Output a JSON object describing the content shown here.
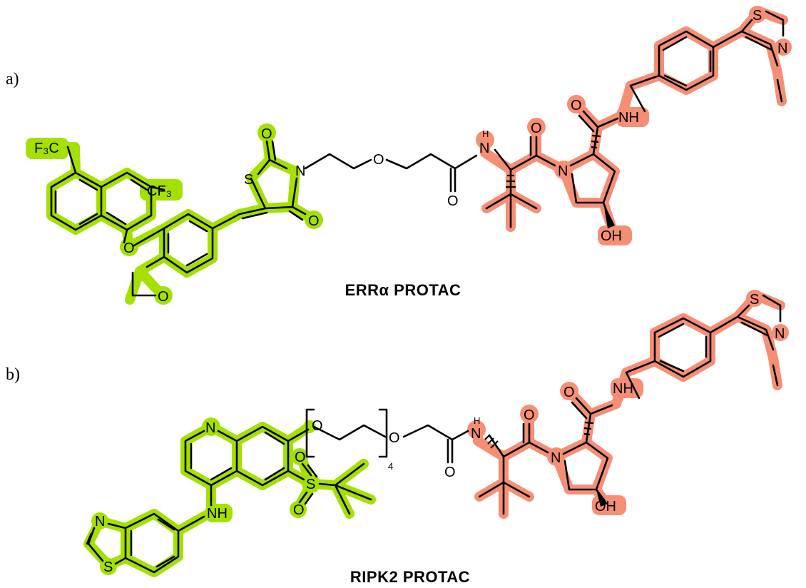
{
  "panels": [
    {
      "label": "a)",
      "name": "ERRα PROTAC"
    },
    {
      "label": "b)",
      "name": "RIPK2 PROTAC"
    }
  ],
  "atoms": {
    "a": {
      "cf3_top": "F₃C",
      "cf3_right": "CF₃",
      "o_ether": "O",
      "o_methoxy": "O",
      "s_ring": "S",
      "n_ring": "N",
      "o_ring_top": "O",
      "o_ring_bottom": "O",
      "o_peg": "O",
      "o_amide1": "O",
      "h_nh1": "H",
      "n_nh1": "N",
      "o_amide2": "O",
      "n_pyrrolidine": "N",
      "oh": "OH",
      "o_amide3": "O",
      "nh2": "NH",
      "s_thiazole": "S",
      "n_thiazole": "N"
    },
    "b": {
      "n_quinoline": "N",
      "nh_aniline": "NH",
      "n_benzothiazole": "N",
      "s_benzothiazole": "S",
      "s_sulfonyl": "S",
      "o_sulfonyl_top": "O",
      "o_sulfonyl_bottom": "O",
      "o_peg1": "O",
      "o_peg2": "O",
      "repeat_count": "4",
      "o_amide1": "O",
      "h_nh1": "H",
      "n_nh1": "N",
      "o_amide2": "O",
      "n_pyrrolidine": "N",
      "oh": "OH",
      "o_amide3": "O",
      "nh2": "NH",
      "s_thiazole": "S",
      "n_thiazole": "N"
    }
  },
  "colors": {
    "ligand_highlight": "#a4e000",
    "e3_ligand_highlight": "#f58f74",
    "bond": "#000000",
    "background": "#ffffff"
  }
}
